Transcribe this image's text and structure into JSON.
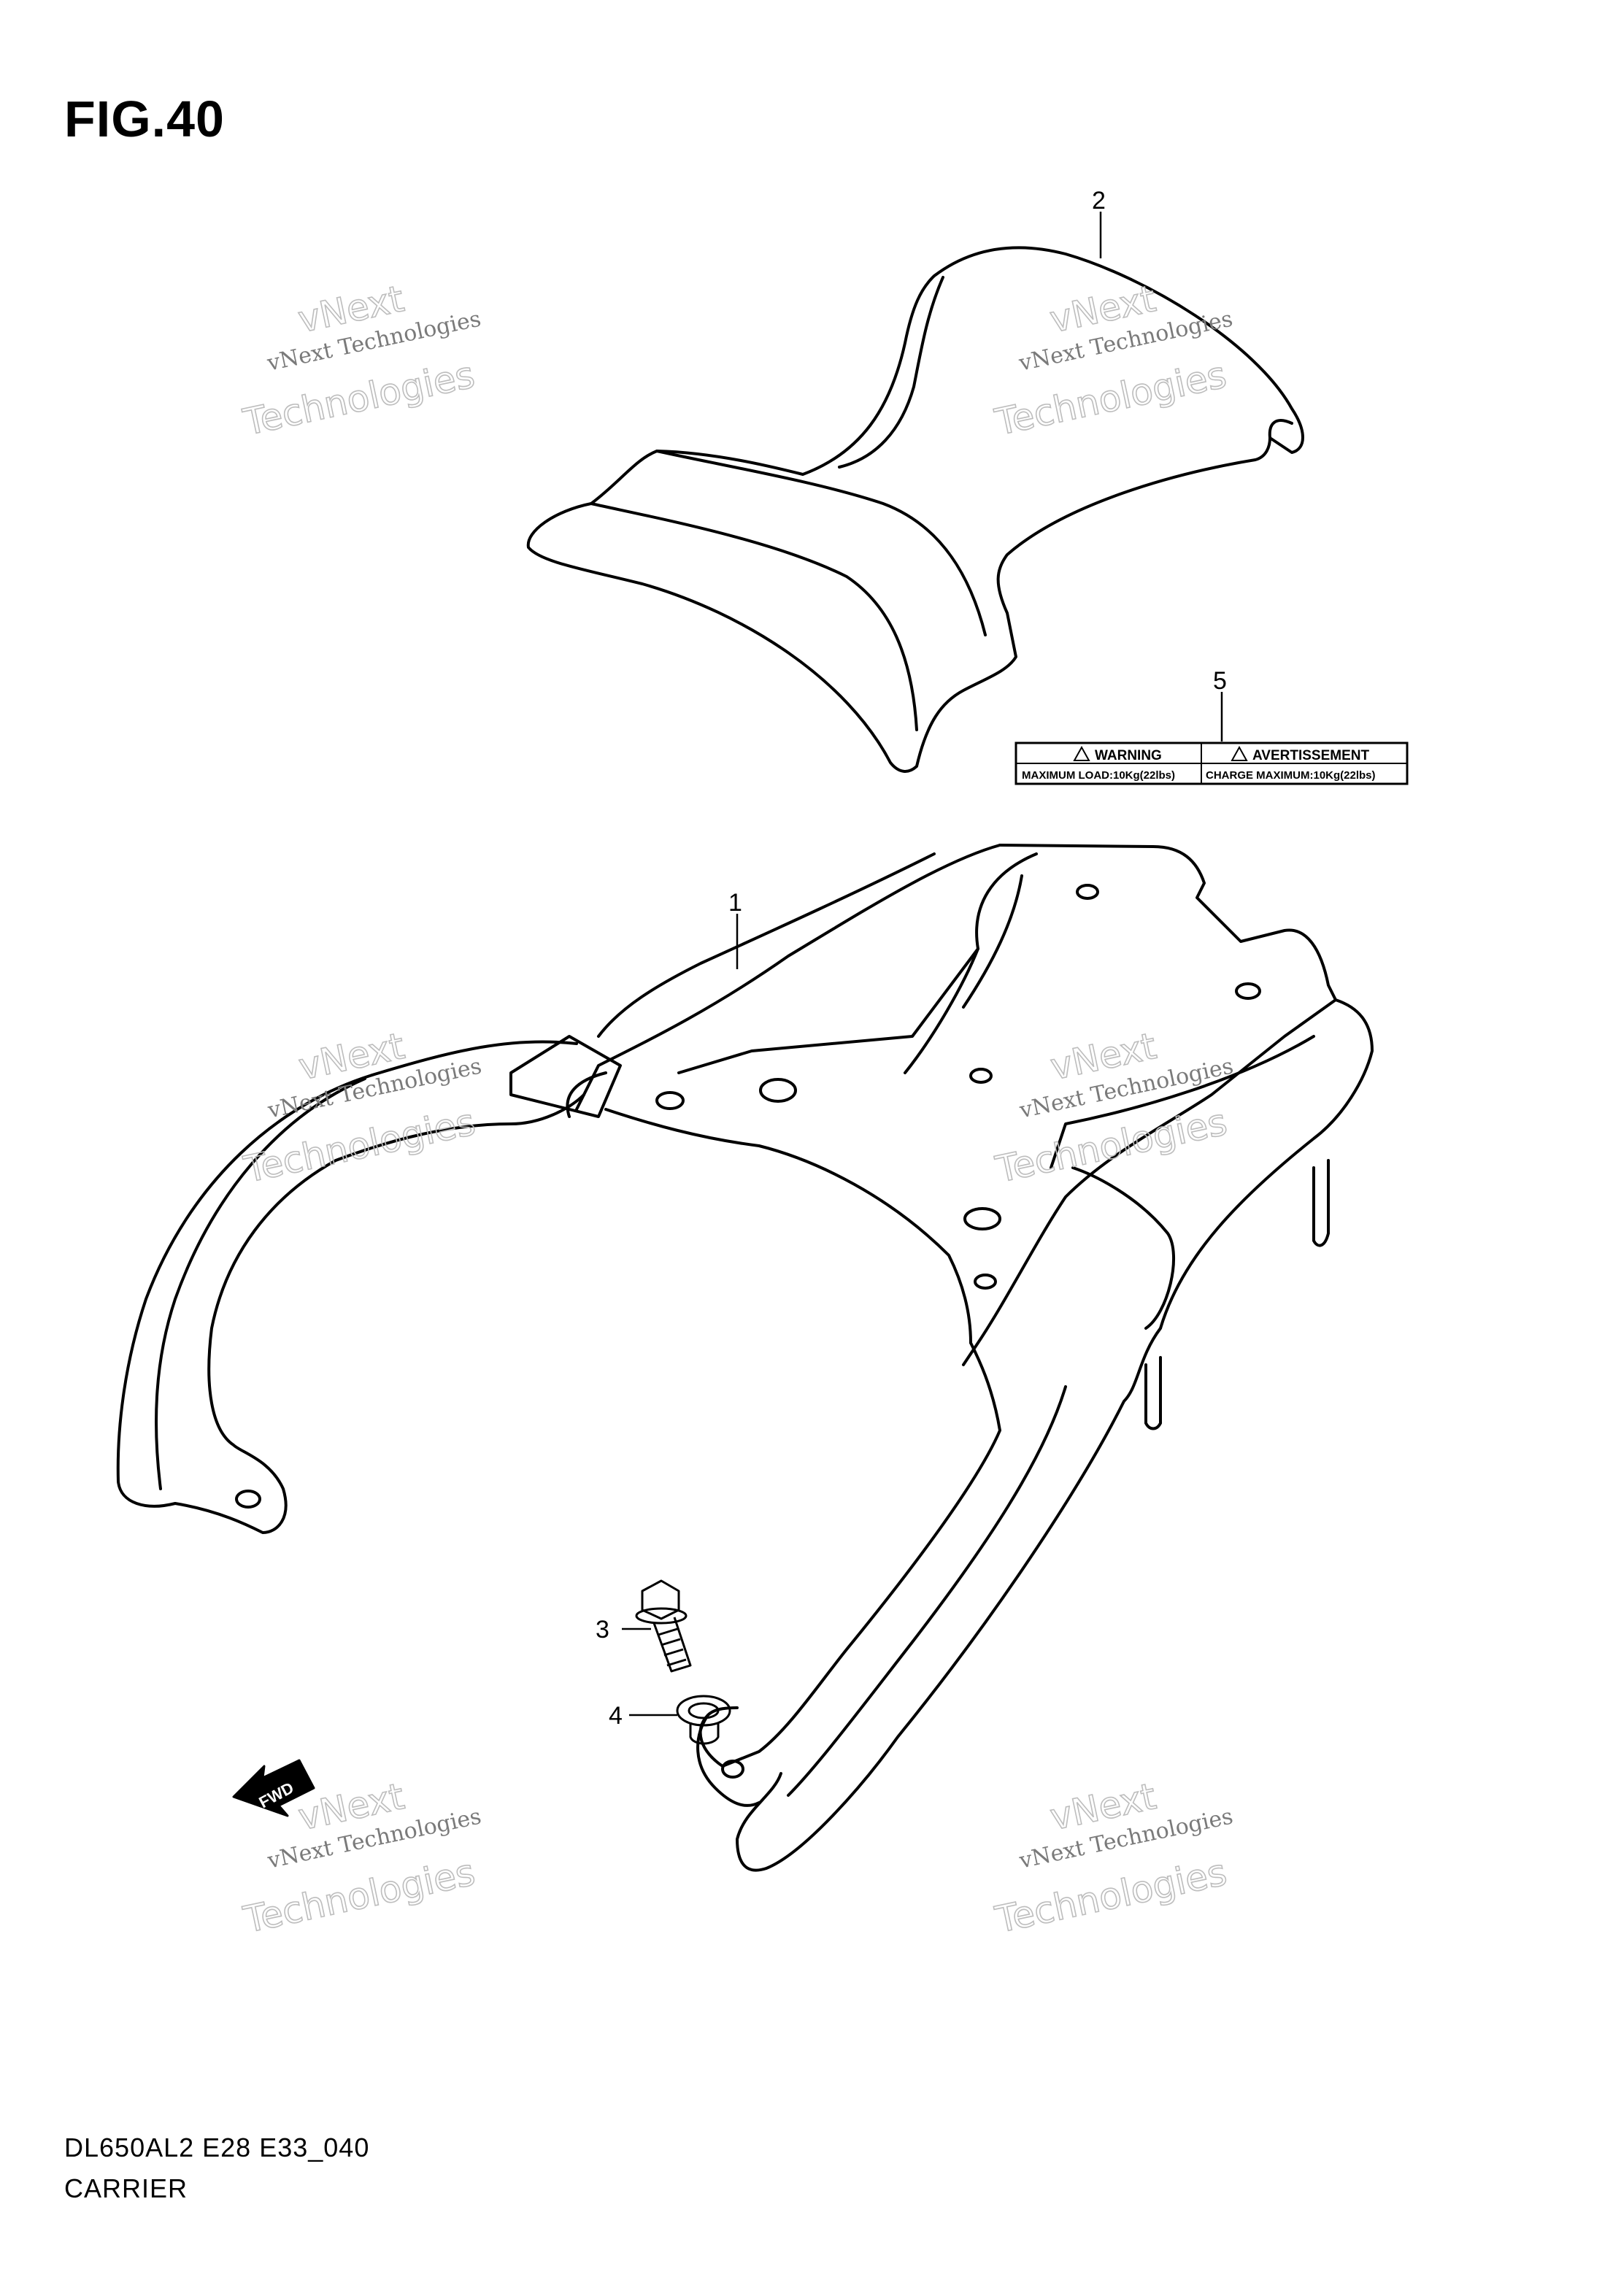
{
  "figure": {
    "title": "FIG.40"
  },
  "callouts": [
    {
      "id": "1",
      "label": "1"
    },
    {
      "id": "2",
      "label": "2"
    },
    {
      "id": "3",
      "label": "3"
    },
    {
      "id": "4",
      "label": "4"
    },
    {
      "id": "5",
      "label": "5"
    }
  ],
  "warning_label": {
    "left_header": "WARNING",
    "right_header": "AVERTISSEMENT",
    "left_body": "MAXIMUM LOAD:10Kg(22lbs)",
    "right_body": "CHARGE MAXIMUM:10Kg(22lbs)"
  },
  "fwd_arrow": {
    "text": "FWD"
  },
  "watermarks": [
    {
      "line_small_1": "vNext",
      "line_small_2": "vNext Technologies",
      "line_big": "Technologies"
    },
    {
      "line_small_1": "vNext",
      "line_small_2": "vNext Technologies",
      "line_big": "Technologies"
    },
    {
      "line_small_1": "vNext",
      "line_small_2": "vNext Technologies",
      "line_big": "Technologies"
    },
    {
      "line_small_1": "vNext",
      "line_small_2": "vNext Technologies",
      "line_big": "Technologies"
    },
    {
      "line_small_1": "vNext",
      "line_small_2": "vNext Technologies",
      "line_big": "Technologies"
    },
    {
      "line_small_1": "vNext",
      "line_small_2": "vNext Technologies",
      "line_big": "Technologies"
    }
  ],
  "footer": {
    "code": "DL650AL2 E28 E33_040",
    "name": "CARRIER"
  }
}
